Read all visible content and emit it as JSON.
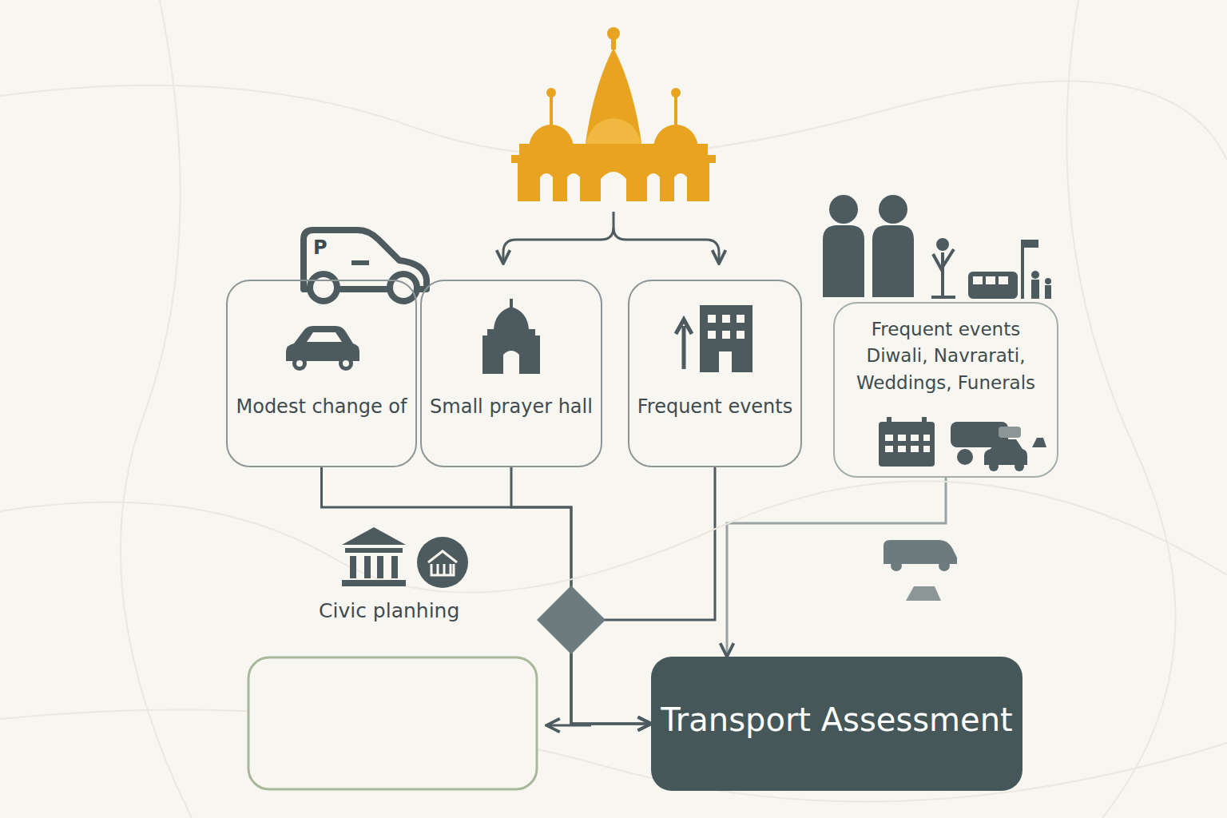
{
  "diagram": {
    "nodes": [
      {
        "text": [
          "Modest change of"
        ]
      },
      {
        "text": [
          "Small prayer hall"
        ]
      },
      {
        "text": [
          "Frequent events"
        ]
      },
      {
        "text": [
          "Frequent events",
          "Diwali, Navrarati, Weddings, Funerals"
        ]
      },
      {
        "text": [
          "Transport Assessment"
        ]
      }
    ],
    "edges": [
      {
        "from": 0,
        "to": 4,
        "arrow": "to"
      },
      {
        "from": 1,
        "to": 4,
        "arrow": "to"
      },
      {
        "from": 2,
        "to": 4,
        "arrow": "to"
      },
      {
        "from": 3,
        "to": 4,
        "arrow": "to"
      }
    ],
    "labels": [
      "P",
      "Civic planhing"
    ]
  }
}
